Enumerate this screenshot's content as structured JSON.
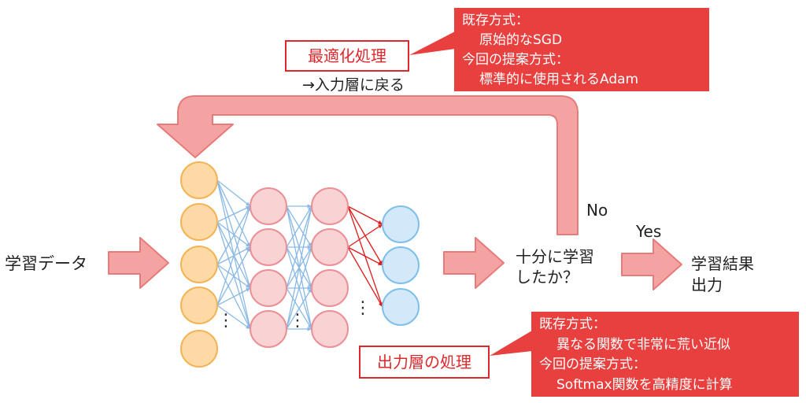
{
  "colors": {
    "callout_red": "#e8403f",
    "label_red_text": "#e0282c",
    "arrow_fill": "#f4a3a3",
    "arrow_stroke": "#e77a7a",
    "input_node_fill": "#fdd9a6",
    "input_node_stroke": "#f2b456",
    "hidden_node_fill": "#f9d2d4",
    "hidden_node_stroke": "#ea9096",
    "output_node_fill": "#d3e8f8",
    "output_node_stroke": "#7fc0ea",
    "blue_link": "#8ab9e6",
    "red_link": "#e01b1b"
  },
  "optimization": {
    "label": "最適化処理",
    "sublabel": "→入力層に戻る",
    "callout_lines": [
      "既存方式：",
      "原始的なSGD",
      "今回の提案方式：",
      "標準的に使用されるAdam"
    ]
  },
  "output_layer": {
    "label": "出力層の処理",
    "callout_lines": [
      "既存方式：",
      "異なる関数で非常に荒い近似",
      "今回の提案方式：",
      "Softmax関数を高精度に計算"
    ]
  },
  "flow": {
    "input_label": "学習データ",
    "decision_line1": "十分に学習",
    "decision_line2": "したか？",
    "no_label": "No",
    "yes_label": "Yes",
    "result_line1": "学習結果",
    "result_line2": "出力"
  },
  "network": {
    "ellipsis": "⋮"
  }
}
